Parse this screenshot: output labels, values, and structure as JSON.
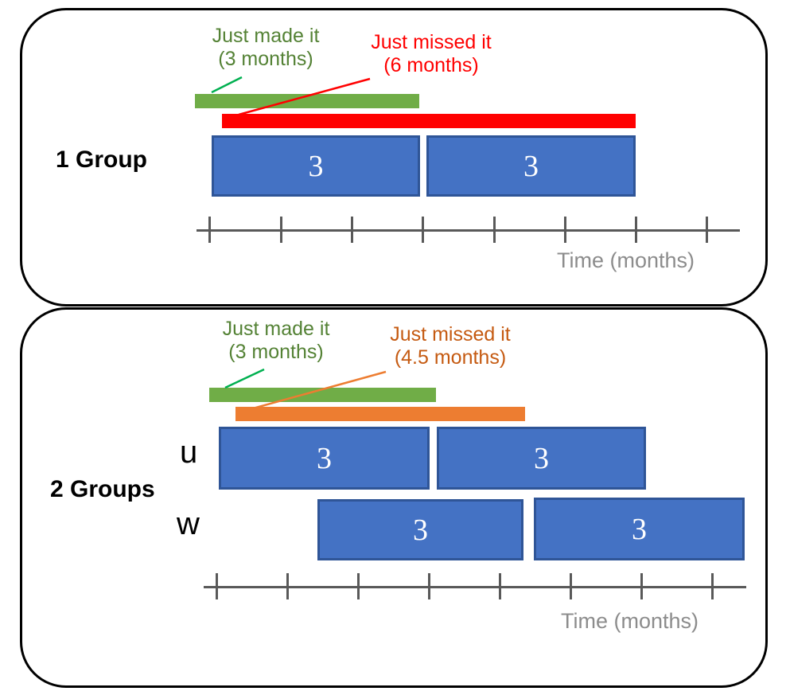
{
  "colors": {
    "madeBar": "#70AD47",
    "madeText": "#548235",
    "madeLeader": "#00B050",
    "missedBar1": "#FF0000",
    "missedText1": "#FF0000",
    "missedBar2": "#ED7D31",
    "missedText2": "#C55A11",
    "boxFill": "#4472C4",
    "boxBorder": "#2F5597",
    "axisLine": "#595959",
    "axisText": "#8C8C8C",
    "titleText": "#000000"
  },
  "panel1": {
    "title": "1 Group",
    "made": {
      "line1": "Just made it",
      "line2": "(3 months)"
    },
    "missed": {
      "line1": "Just missed it",
      "line2": "(6 months)"
    },
    "box1": "3",
    "box2": "3",
    "axis_label": "Time (months)"
  },
  "panel2": {
    "title": "2 Groups",
    "made": {
      "line1": "Just made it",
      "line2": "(3 months)"
    },
    "missed": {
      "line1": "Just missed it",
      "line2": "(4.5 months)"
    },
    "rows": {
      "u": {
        "label": "u",
        "box1": "3",
        "box2": "3"
      },
      "w": {
        "label": "w",
        "box1": "3",
        "box2": "3"
      }
    },
    "axis_label": "Time (months)"
  }
}
